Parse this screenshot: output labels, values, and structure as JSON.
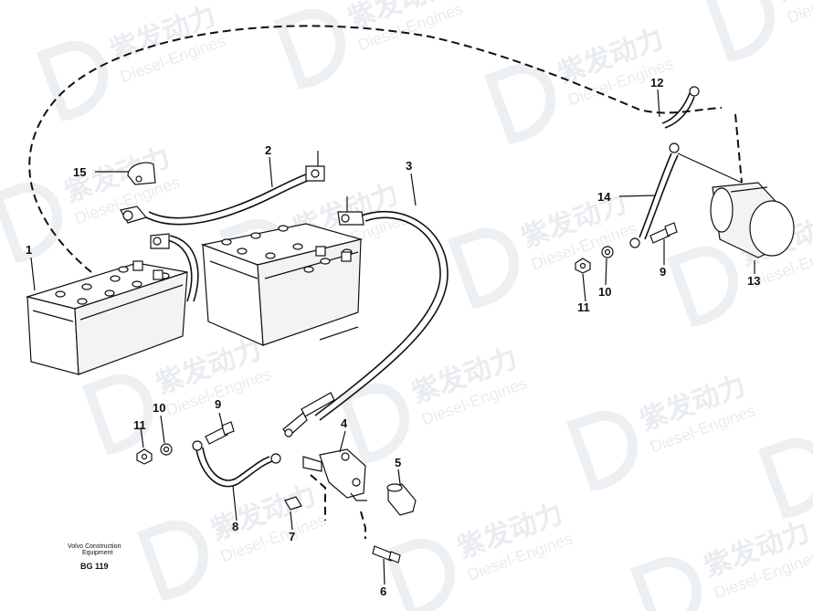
{
  "watermark": {
    "brand_cn": "紫发动力",
    "brand_en": "Diesel-Engines"
  },
  "callouts": [
    {
      "id": "1",
      "text": "1"
    },
    {
      "id": "2",
      "text": "2"
    },
    {
      "id": "3",
      "text": "3"
    },
    {
      "id": "4",
      "text": "4"
    },
    {
      "id": "5",
      "text": "5"
    },
    {
      "id": "6",
      "text": "6"
    },
    {
      "id": "7",
      "text": "7"
    },
    {
      "id": "8",
      "text": "8"
    },
    {
      "id": "9a",
      "text": "9"
    },
    {
      "id": "9b",
      "text": "9"
    },
    {
      "id": "10a",
      "text": "10"
    },
    {
      "id": "10b",
      "text": "10"
    },
    {
      "id": "11a",
      "text": "11"
    },
    {
      "id": "11b",
      "text": "11"
    },
    {
      "id": "12",
      "text": "12"
    },
    {
      "id": "13",
      "text": "13"
    },
    {
      "id": "14",
      "text": "14"
    },
    {
      "id": "15",
      "text": "15"
    }
  ],
  "footer": {
    "line1": "Volvo Construction",
    "line2": "Equipment",
    "code": "BG 119"
  }
}
